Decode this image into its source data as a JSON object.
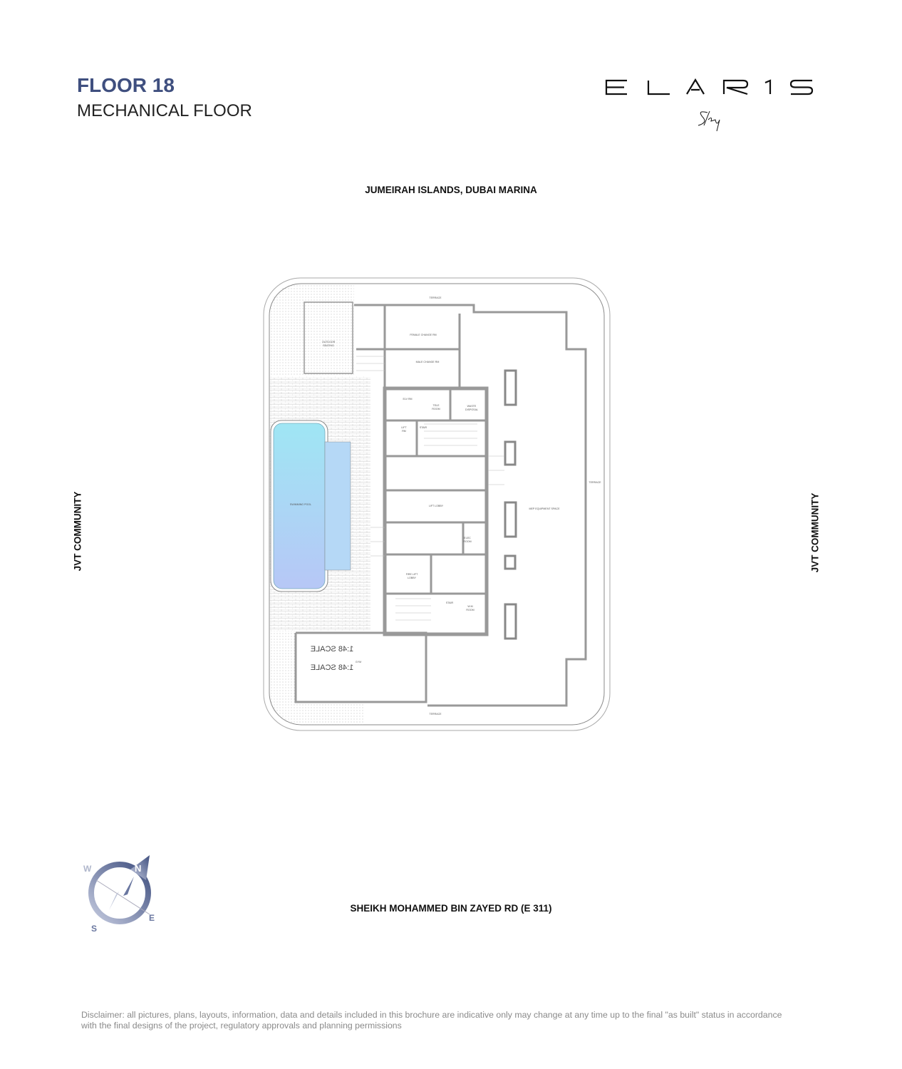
{
  "header": {
    "floor_title": "FLOOR 18",
    "floor_subtitle": "MECHANICAL FLOOR",
    "logo_text": "ELARIS",
    "logo_script": "Sky"
  },
  "surroundings": {
    "north": "JUMEIRAH ISLANDS, DUBAI MARINA",
    "south": "SHEIKH MOHAMMED BIN ZAYED RD (E 311)",
    "west": "JVT COMMUNITY",
    "east": "JVT COMMUNITY"
  },
  "plan_labels": {
    "terrace_top": "TERRACE",
    "terrace_right": "TERRACE",
    "terrace_bottom": "TERRACE",
    "outdoor_seating_1": "OUTDOOR",
    "outdoor_seating_2": "SEATING",
    "female_change": "FEMALE CHANGE RM",
    "male_change": "MALE CHANGE RM",
    "elv_rm": "ELV RM",
    "tele_room_1": "TELE",
    "tele_room_2": "ROOM",
    "waste_1": "WASTE",
    "waste_2": "DISPOSAL",
    "lift_rm_1": "LIFT",
    "lift_rm_2": "RM",
    "stair_1": "STAIR",
    "lift_lobby": "LIFT LOBBY",
    "mep": "MEP EQUIPMENT SPACE",
    "elec_1": "ELEC",
    "elec_2": "ROOM",
    "fire_lift_1": "FIRE LIFT",
    "fire_lift_2": "LOBBY",
    "stair_2": "STAIR",
    "wm_1": "W.M",
    "wm_2": "ROOM",
    "pool": "SWIMMING POOL",
    "gym": "GYM",
    "scale_1": "1:48 SCALE",
    "scale_2": "1:48 SCALE"
  },
  "compass": {
    "n": "N",
    "e": "E",
    "s": "S",
    "w": "W"
  },
  "colors": {
    "title": "#3f4f7f",
    "pool": "#9fdcf4",
    "wall": "#9a9a9a"
  },
  "disclaimer": "Disclaimer: all pictures, plans, layouts, information, data and details included in this brochure are indicative only may change at any time up to the final \"as built\" status in accordance with the final designs of the project, regulatory approvals and planning permissions"
}
